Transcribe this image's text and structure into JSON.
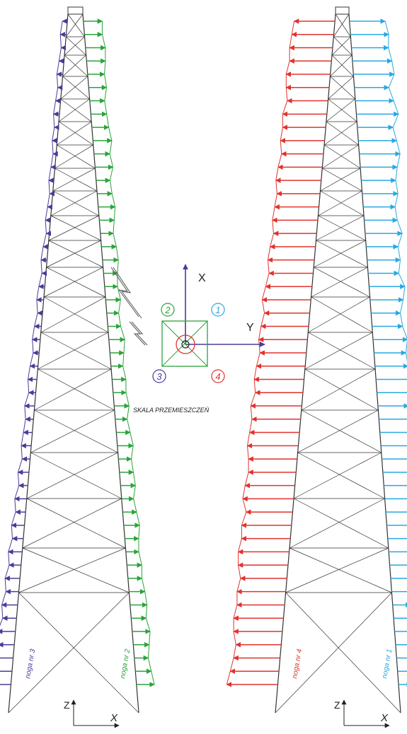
{
  "colors": {
    "structure": "#333333",
    "leg1": "#29a8e0",
    "leg2": "#2aa33a",
    "leg3": "#4b3a9a",
    "leg4": "#e0332e",
    "axis_arrow": "#4b3a9a",
    "axis_box": "#2aa33a",
    "center_circle": "#e0332e"
  },
  "legend": {
    "axis_x": "X",
    "axis_y": "Y",
    "leg_numbers": [
      "1",
      "2",
      "3",
      "4"
    ],
    "scale_caption": "SKALA PRZEMIESZCZEŃ",
    "wind_icon": "lightning-wind-icon"
  },
  "left_tower": {
    "leg_left_label": "noga nr 3",
    "leg_right_label": "noga nr 2",
    "axis_z": "Z",
    "axis_x": "X"
  },
  "right_tower": {
    "leg_left_label": "noga nr 4",
    "leg_right_label": "noga nr 1",
    "axis_z": "Z",
    "axis_x": "X"
  },
  "displacement_profiles": {
    "heights": [
      0,
      20,
      40,
      60,
      80,
      100,
      120,
      140,
      160,
      180,
      200,
      220,
      240,
      260,
      280,
      300,
      320,
      340,
      360,
      380,
      400,
      420,
      440,
      460,
      480,
      500,
      520,
      540,
      560,
      580,
      600,
      620,
      640,
      660,
      680,
      700,
      720,
      740,
      760,
      780,
      800,
      820,
      840,
      860,
      880,
      900,
      920,
      940,
      960,
      980,
      1000
    ],
    "leg1": [
      1.0,
      1.2,
      1.4,
      1.3,
      1.5,
      1.7,
      1.4,
      1.8,
      2.0,
      1.9,
      2.2,
      2.1,
      2.4,
      2.3,
      2.6,
      2.5,
      2.4,
      2.6,
      2.5,
      2.8,
      2.6,
      2.4,
      2.9,
      3.1,
      2.6,
      2.5,
      2.7,
      2.4,
      2.3,
      2.6,
      2.8,
      2.4,
      2.6,
      2.5,
      2.9,
      2.6,
      2.5,
      2.8,
      2.7,
      2.9,
      3.2,
      3.0,
      2.8,
      3.3,
      3.0,
      2.7,
      3.2,
      3.1,
      2.9,
      3.0,
      2.8
    ],
    "leg2": [
      1.8,
      1.6,
      1.4,
      1.6,
      1.8,
      1.5,
      1.7,
      1.6,
      1.4,
      1.5,
      1.3,
      1.4,
      1.6,
      1.4,
      1.2,
      1.5,
      1.4,
      1.3,
      1.6,
      1.4,
      1.2,
      1.5,
      1.3,
      1.4,
      1.2,
      1.4,
      1.6,
      1.3,
      1.2,
      1.5,
      1.3,
      1.4,
      1.6,
      1.5,
      1.3,
      1.5,
      1.7,
      1.5,
      1.4,
      1.8,
      1.6,
      1.9,
      1.7,
      1.6,
      1.5,
      1.8,
      1.7,
      1.9,
      2.0,
      1.8,
      1.9
    ],
    "leg3": [
      2.2,
      2.0,
      1.8,
      1.6,
      1.8,
      1.4,
      1.6,
      1.3,
      1.5,
      1.2,
      1.4,
      1.1,
      1.3,
      1.0,
      1.2,
      0.9,
      1.1,
      0.8,
      1.0,
      0.9,
      0.8,
      1.0,
      0.7,
      0.9,
      0.8,
      0.6,
      0.8,
      0.7,
      0.5,
      0.7,
      0.6,
      0.4,
      0.6,
      0.5,
      0.3,
      0.5,
      0.4,
      0.3,
      0.5,
      0.4,
      0.3,
      0.5,
      0.4,
      0.6,
      0.5,
      0.4,
      0.6,
      0.5,
      0.4,
      0.6,
      0.5
    ],
    "leg4": [
      4.5,
      4.3,
      4.1,
      4.0,
      4.3,
      4.4,
      4.2,
      4.3,
      4.1,
      4.4,
      4.5,
      4.3,
      4.4,
      4.1,
      4.5,
      4.4,
      4.2,
      4.3,
      4.5,
      4.4,
      4.3,
      4.5,
      4.2,
      4.4,
      4.3,
      4.1,
      4.3,
      4.2,
      4.0,
      4.3,
      4.1,
      3.9,
      4.1,
      4.0,
      3.8,
      4.0,
      3.9,
      3.8,
      4.0,
      3.9,
      3.7,
      3.9,
      3.8,
      3.9,
      3.6,
      3.8,
      3.9,
      3.7,
      3.8,
      3.7,
      3.6
    ]
  }
}
